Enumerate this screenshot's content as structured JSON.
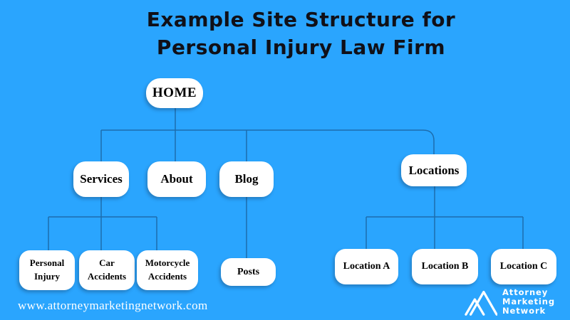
{
  "colors": {
    "background": "#2aa5fe",
    "line": "#1d6dad",
    "node_fill": "#ffffff",
    "node_text": "#000000",
    "title_text": "#101018",
    "footer_text": "#ffffff"
  },
  "title": {
    "line1": "Example Site Structure for",
    "line2": "Personal Injury Law Firm"
  },
  "tree": {
    "root": {
      "label": "HOME",
      "children": [
        {
          "label": "Services",
          "children": [
            {
              "label": "Personal Injury"
            },
            {
              "label": "Car Accidents"
            },
            {
              "label": "Motorcycle Accidents"
            }
          ]
        },
        {
          "label": "About",
          "children": []
        },
        {
          "label": "Blog",
          "children": [
            {
              "label": "Posts"
            }
          ]
        },
        {
          "label": "Locations",
          "children": [
            {
              "label": "Location A"
            },
            {
              "label": "Location B"
            },
            {
              "label": "Location C"
            }
          ]
        }
      ]
    }
  },
  "footer": {
    "url": "www.attorneymarketingnetwork.com",
    "logo_lines": [
      "Attorney",
      "Marketing",
      "Network"
    ],
    "logo_icon": "mountain-m-icon"
  }
}
